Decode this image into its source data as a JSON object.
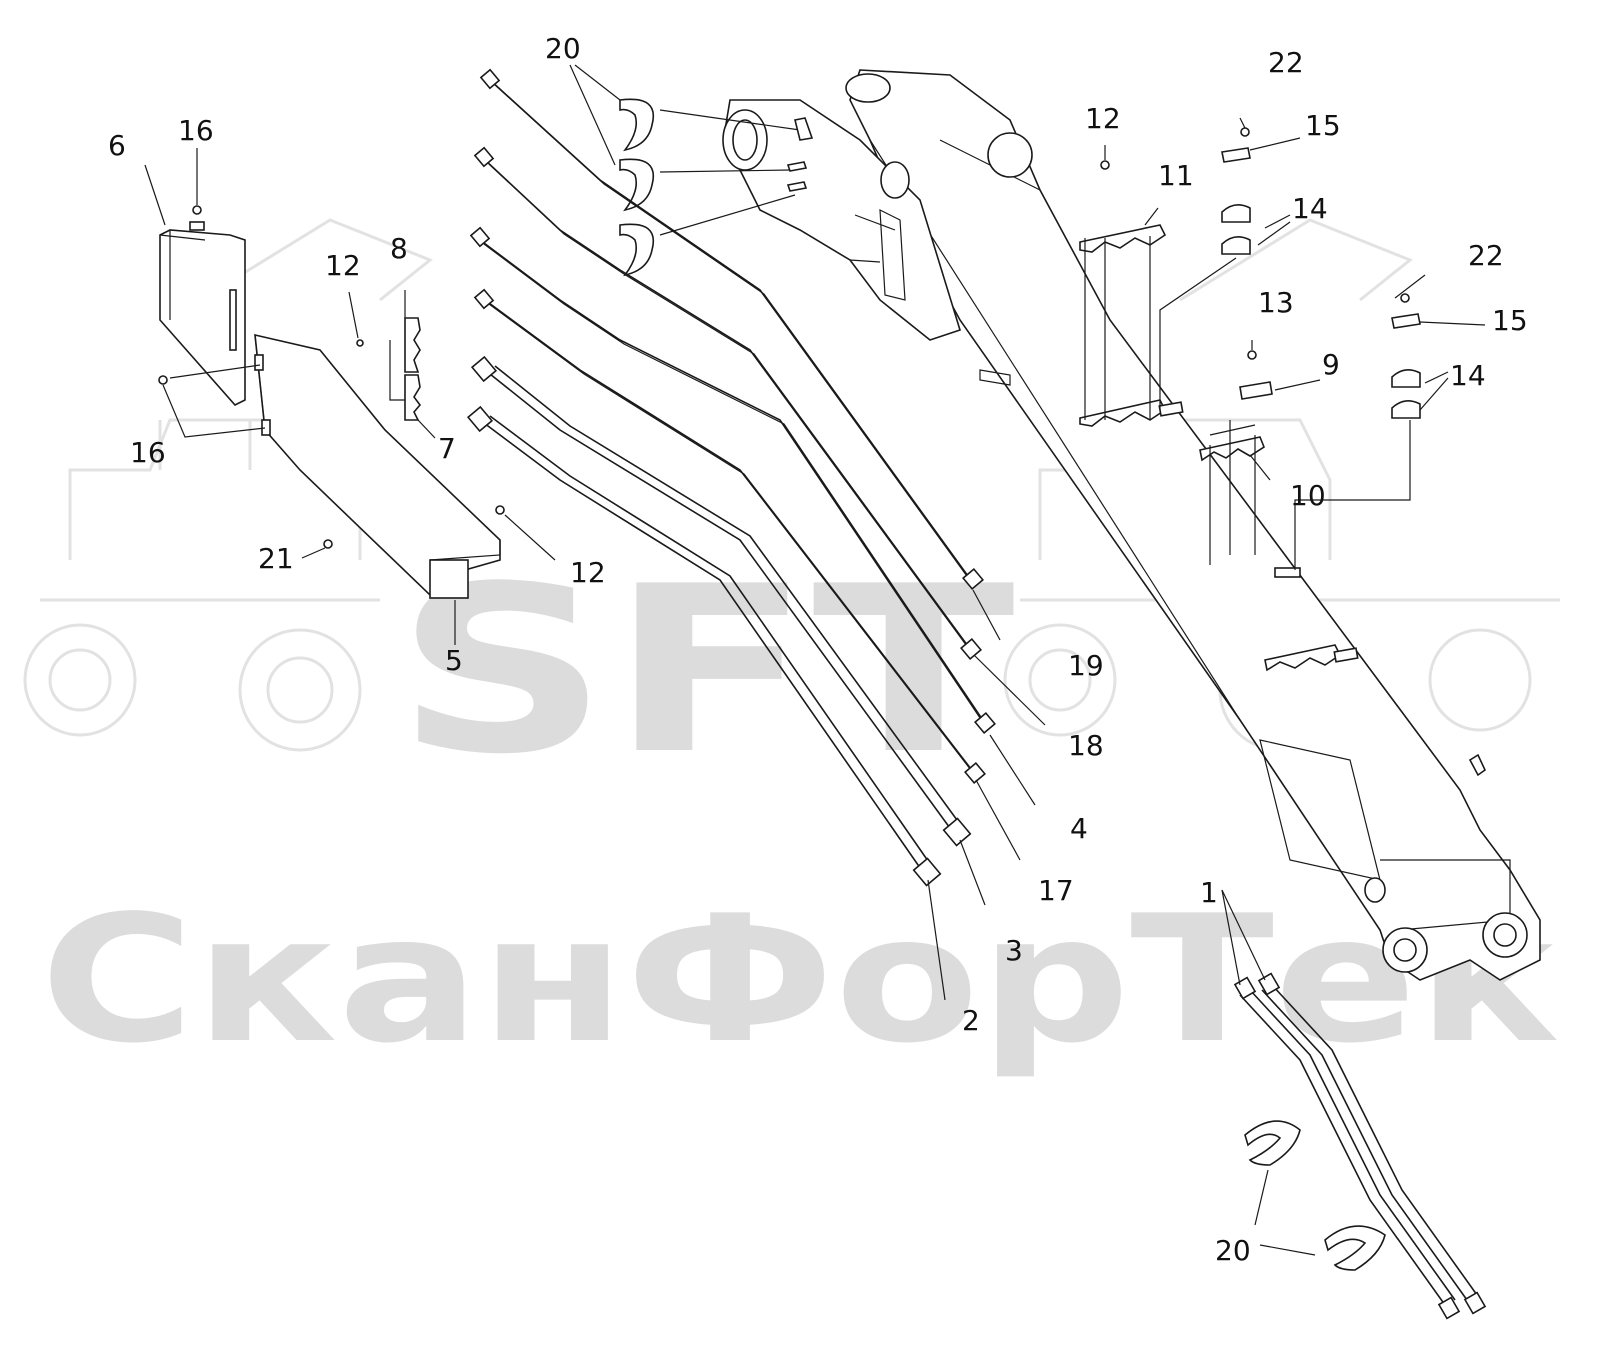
{
  "watermark": {
    "logo": "SFT",
    "company": "СканФорТек"
  },
  "callouts": [
    {
      "id": "c20a",
      "text": "20"
    },
    {
      "id": "c16a",
      "text": "16"
    },
    {
      "id": "c6",
      "text": "6"
    },
    {
      "id": "c12a",
      "text": "12"
    },
    {
      "id": "c8",
      "text": "8"
    },
    {
      "id": "c16b",
      "text": "16"
    },
    {
      "id": "c7",
      "text": "7"
    },
    {
      "id": "c21",
      "text": "21"
    },
    {
      "id": "c12b",
      "text": "12"
    },
    {
      "id": "c5",
      "text": "5"
    },
    {
      "id": "c12c",
      "text": "12"
    },
    {
      "id": "c11",
      "text": "11"
    },
    {
      "id": "c22a",
      "text": "22"
    },
    {
      "id": "c15a",
      "text": "15"
    },
    {
      "id": "c14a",
      "text": "14"
    },
    {
      "id": "c13",
      "text": "13"
    },
    {
      "id": "c9",
      "text": "9"
    },
    {
      "id": "c10",
      "text": "10"
    },
    {
      "id": "c22b",
      "text": "22"
    },
    {
      "id": "c15b",
      "text": "15"
    },
    {
      "id": "c14b",
      "text": "14"
    },
    {
      "id": "c19",
      "text": "19"
    },
    {
      "id": "c18",
      "text": "18"
    },
    {
      "id": "c4",
      "text": "4"
    },
    {
      "id": "c17",
      "text": "17"
    },
    {
      "id": "c3",
      "text": "3"
    },
    {
      "id": "c2",
      "text": "2"
    },
    {
      "id": "c1",
      "text": "1"
    },
    {
      "id": "c20b",
      "text": "20"
    }
  ]
}
